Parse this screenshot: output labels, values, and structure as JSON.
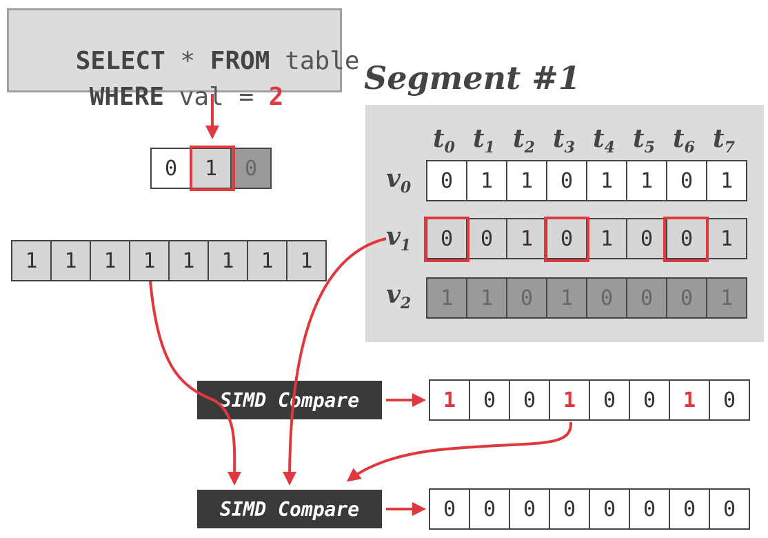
{
  "sql": {
    "line1": {
      "kw1": "SELECT",
      "mid": " * ",
      "kw2": "FROM",
      "rest": " table"
    },
    "line2": {
      "kw": "WHERE",
      "mid": " val = ",
      "value": "2"
    }
  },
  "segment_title": "Segment #1",
  "bitmap_key": [
    "0",
    "1",
    "0"
  ],
  "ones_vector": [
    "1",
    "1",
    "1",
    "1",
    "1",
    "1",
    "1",
    "1"
  ],
  "columns": [
    "t0",
    "t1",
    "t2",
    "t3",
    "t4",
    "t5",
    "t6",
    "t7"
  ],
  "column_labels": [
    {
      "base": "t",
      "sub": "0"
    },
    {
      "base": "t",
      "sub": "1"
    },
    {
      "base": "t",
      "sub": "2"
    },
    {
      "base": "t",
      "sub": "3"
    },
    {
      "base": "t",
      "sub": "4"
    },
    {
      "base": "t",
      "sub": "5"
    },
    {
      "base": "t",
      "sub": "6"
    },
    {
      "base": "t",
      "sub": "7"
    }
  ],
  "rows": [
    {
      "label": {
        "base": "v",
        "sub": "0"
      },
      "values": [
        "0",
        "1",
        "1",
        "0",
        "1",
        "1",
        "0",
        "1"
      ]
    },
    {
      "label": {
        "base": "v",
        "sub": "1"
      },
      "values": [
        "0",
        "0",
        "1",
        "0",
        "1",
        "0",
        "0",
        "1"
      ]
    },
    {
      "label": {
        "base": "v",
        "sub": "2"
      },
      "values": [
        "1",
        "1",
        "0",
        "1",
        "0",
        "0",
        "0",
        "1"
      ]
    }
  ],
  "simd_label": "SIMD Compare",
  "result1": [
    "1",
    "0",
    "0",
    "1",
    "0",
    "0",
    "1",
    "0"
  ],
  "result2": [
    "0",
    "0",
    "0",
    "0",
    "0",
    "0",
    "0",
    "0"
  ],
  "colors": {
    "accent": "#e0383f",
    "panel": "#dcdcdc",
    "dark_box": "#3a3a3a"
  }
}
